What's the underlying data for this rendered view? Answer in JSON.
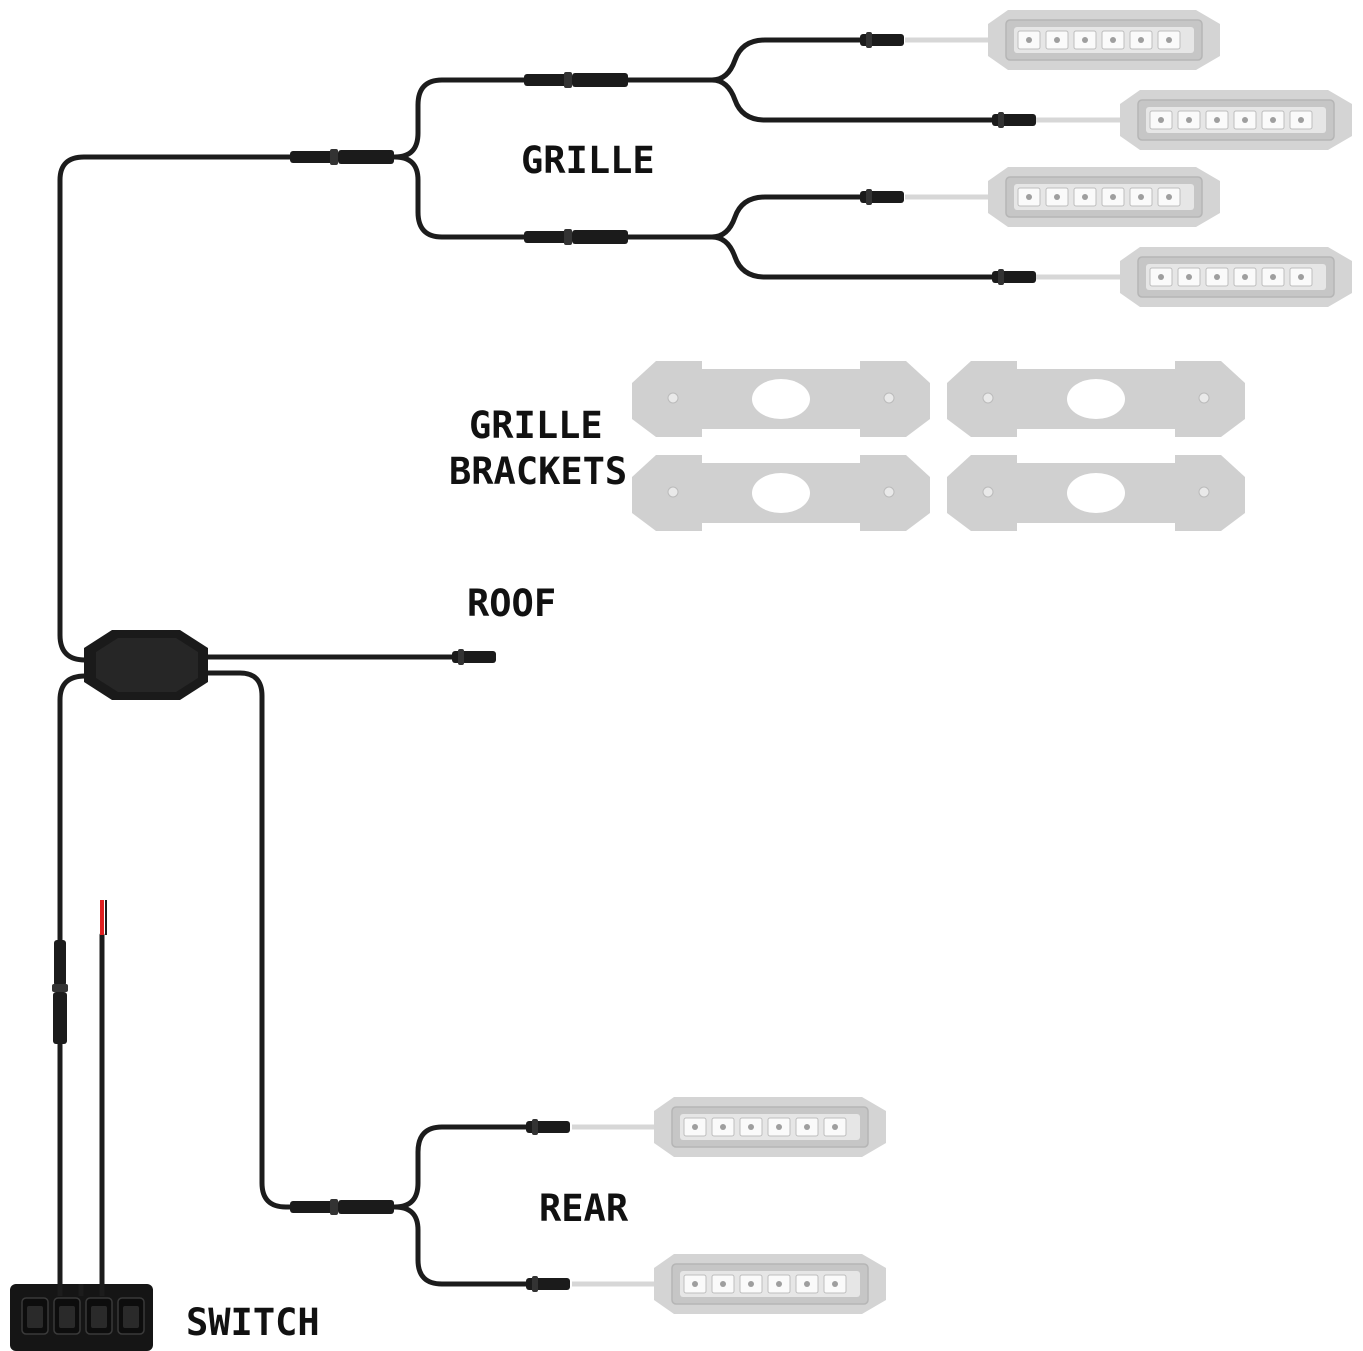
{
  "labels": {
    "grille": "GRILLE",
    "grille_brackets_line1": "GRILLE",
    "grille_brackets_line2": "BRACKETS",
    "roof": "ROOF",
    "rear": "REAR",
    "switch": "SWITCH"
  },
  "components": {
    "grille_lights": 4,
    "grille_brackets": 4,
    "rear_lights": 2,
    "switch_rockers": 4
  },
  "colors": {
    "wire": "#1c1c1c",
    "light_housing": "#d4d4d4",
    "power_lead_red": "#e02020",
    "text": "#111111"
  }
}
